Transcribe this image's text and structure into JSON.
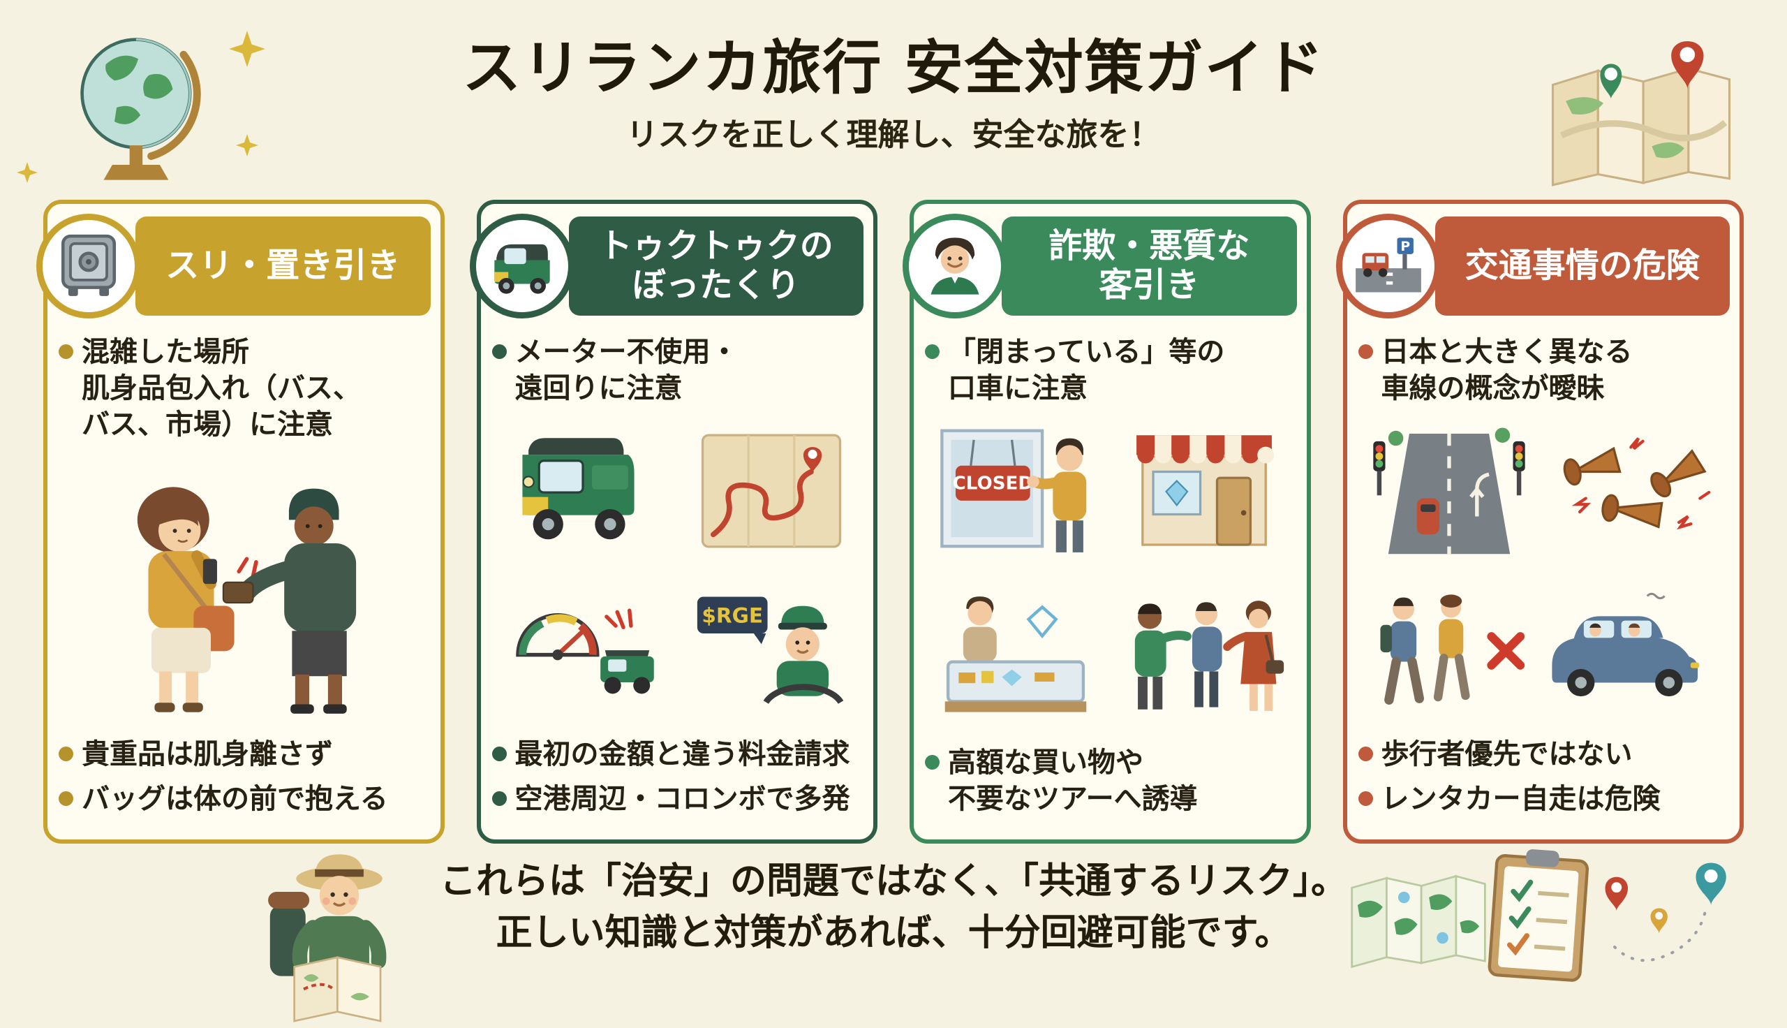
{
  "header": {
    "title": "スリランカ旅行 安全対策ガイド",
    "subtitle": "リスクを正しく理解し、安全な旅を！"
  },
  "cards": {
    "pickpocket": {
      "title": "スリ・置き引き",
      "bullet1_line1": "混雑した場所",
      "bullet1_line2": "肌身品包入れ（バス、",
      "bullet1_line3": "バス、市場）に注意",
      "bullet2": "貴重品は肌身離さず",
      "bullet3": "バッグは体の前で抱える",
      "accent_color": "#c7a22d"
    },
    "tuktuk": {
      "title_line1": "トゥクトゥクの",
      "title_line2": "ぼったくり",
      "bullet1_line1": "メーター不使用・",
      "bullet1_line2": "遠回りに注意",
      "bullet2": "最初の金額と違う料金請求",
      "bullet3": "空港周辺・コロンボで多発",
      "fare_sign_text": "$RGE",
      "accent_color": "#2e5c45"
    },
    "scam": {
      "title_line1": "詐欺・悪質な",
      "title_line2": "客引き",
      "bullet1_line1": "「閉まっている」等の",
      "bullet1_line2": "口車に注意",
      "bullet2_line1": "高額な買い物や",
      "bullet2_line2": "不要なツアーへ誘導",
      "closed_sign_text": "CLOSED",
      "accent_color": "#3b8a5c"
    },
    "traffic": {
      "title": "交通事情の危険",
      "bullet1_line1": "日本と大きく異なる",
      "bullet1_line2": "車線の概念が曖昧",
      "bullet2": "歩行者優先ではない",
      "bullet3": "レンタカー自走は危険",
      "parking_sign_text": "P",
      "accent_color": "#bf5a3b"
    }
  },
  "footer": {
    "line1": "これらは「治安」の問題ではなく、「共通するリスク」。",
    "line2": "正しい知識と対策があれば、十分回避可能です。"
  },
  "colors": {
    "background": "#f6f2e1",
    "card_background": "#fffdf2",
    "gold_accent": "#c7a22d",
    "dark_green_accent": "#2e5c45",
    "green_accent": "#3b8a5c",
    "red_accent": "#bf5a3b",
    "sparkle_gold": "#d9b83a"
  }
}
